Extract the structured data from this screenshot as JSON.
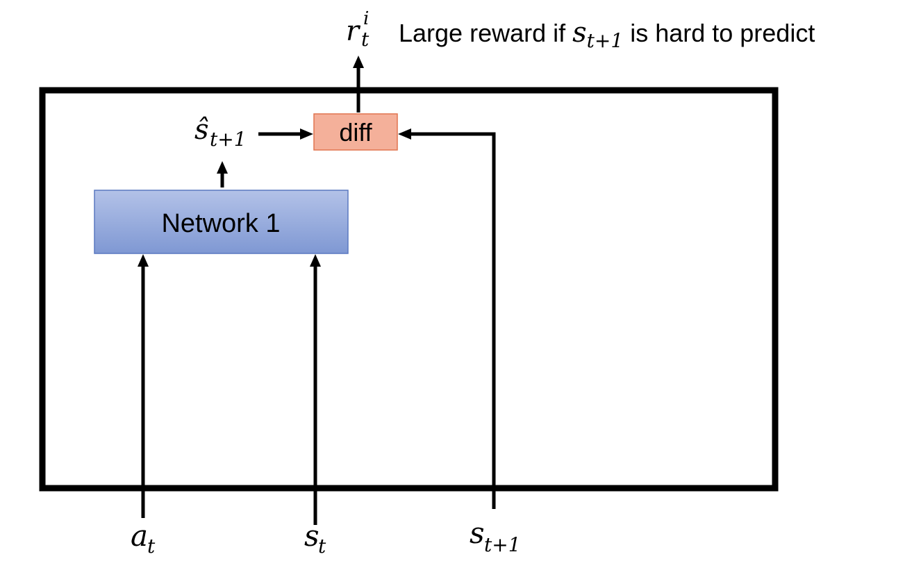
{
  "reward": {
    "symbol": "r",
    "superscript": "i",
    "subscript": "t",
    "caption_prefix": "Large reward if ",
    "caption_var": "s",
    "caption_var_sub": "t+1",
    "caption_suffix": " is hard to predict"
  },
  "diff_box": {
    "label": "diff",
    "fill": "#f4b09a",
    "stroke": "#e0744f"
  },
  "network": {
    "label": "Network 1",
    "fill_top": "#b3c2e8",
    "fill_bottom": "#7f98d3",
    "stroke": "#5a78c0"
  },
  "prediction": {
    "symbol": "ŝ",
    "subscript": "t+1"
  },
  "inputs": {
    "action": {
      "symbol": "a",
      "subscript": "t"
    },
    "state": {
      "symbol": "s",
      "subscript": "t"
    },
    "next_state": {
      "symbol": "s",
      "subscript": "t+1"
    }
  }
}
